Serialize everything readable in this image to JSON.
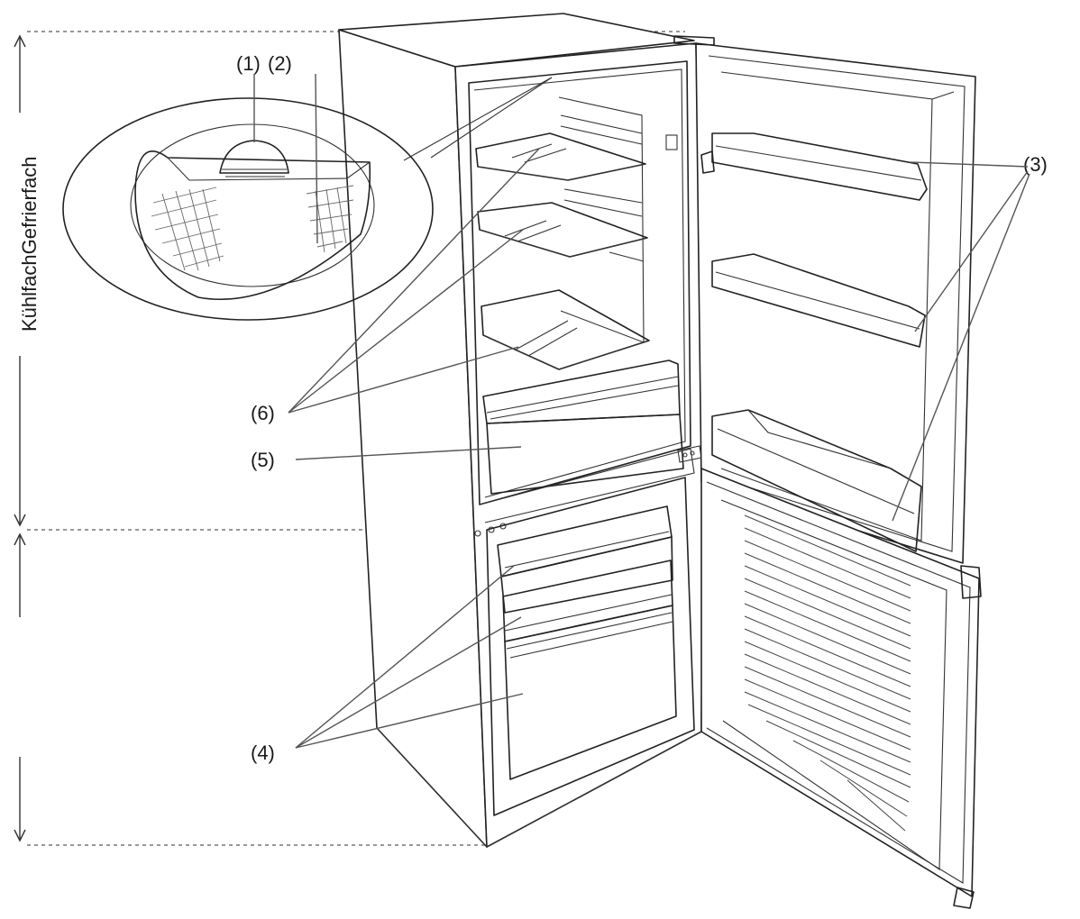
{
  "labels": {
    "control_knob": "(1)",
    "light": "(2)",
    "door_shelves": "(3)",
    "freezer_drawers": "(4)",
    "crisper": "(5)",
    "shelves": "(6)"
  },
  "side_label": "KühlfachGefrierfach"
}
